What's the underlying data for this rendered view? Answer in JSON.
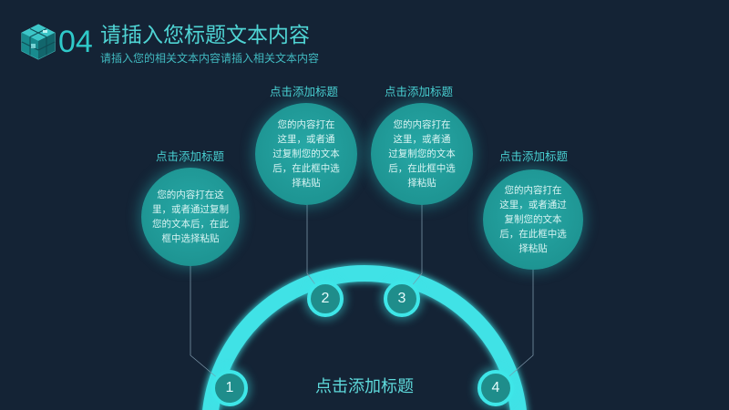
{
  "header": {
    "number": "04",
    "title": "请插入您标题文本内容",
    "subtitle": "请插入您的相关文本内容请插入相关文本内容",
    "logo_icon": "cube-icon"
  },
  "items": [
    {
      "number": "1",
      "label": "点击添加标题",
      "text": [
        "您的内容打在这",
        "里，或者通过复制",
        "您的文本后，在此",
        "框中选择粘贴"
      ]
    },
    {
      "number": "2",
      "label": "点击添加标题",
      "text": [
        "您的内容打在",
        "这里，或者通",
        "过复制您的文本",
        "后，在此框中选",
        "择粘贴"
      ]
    },
    {
      "number": "3",
      "label": "点击添加标题",
      "text": [
        "您的内容打在",
        "这里，或者通",
        "过复制您的文本",
        "后，在此框中选",
        "择粘贴"
      ]
    },
    {
      "number": "4",
      "label": "点击添加标题",
      "text": [
        "您的内容打在",
        "这里，或者通过",
        "复制您的文本",
        "后，在此框中选",
        "择粘贴"
      ]
    }
  ],
  "center_title": "点击添加标题",
  "colors": {
    "background": "#142335",
    "accent": "#3ee6e8",
    "circle_fill": "#1e9593",
    "text_teal": "#49d0d2"
  }
}
